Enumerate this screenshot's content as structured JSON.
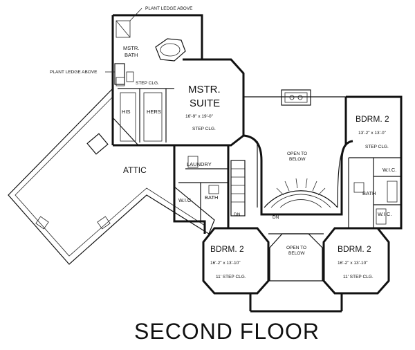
{
  "title": "SECOND FLOOR",
  "notes": {
    "plant_ledge_top": "PLANT LEDGE ABOVE",
    "plant_ledge_left": "PLANT LEDGE ABOVE"
  },
  "rooms": {
    "master_bath": {
      "line1": "MSTR.",
      "line2": "BATH",
      "ceiling": "STEP CLG."
    },
    "master_suite": {
      "line1": "MSTR.",
      "line2": "SUITE",
      "dims": "16'-9\" x 19'-0\"",
      "ceiling": "STEP CLG."
    },
    "his": "HIS",
    "hers": "HERS",
    "attic": "ATTIC",
    "laundry": "LAUNDRY",
    "wic_left": "W.I.C.",
    "bath_left": "BATH",
    "open_to_below_top": {
      "line1": "OPEN TO",
      "line2": "BELOW"
    },
    "open_to_below_bottom": {
      "line1": "OPEN TO",
      "line2": "BELOW"
    },
    "bedroom2_right": {
      "name": "BDRM. 2",
      "dims": "13'-2\" x 13'-0\"",
      "ceiling": "STEP CLG."
    },
    "wic_right": "W.I.C.",
    "bath_right": "BATH",
    "wic_right_lower": "W.I.C.",
    "bedroom2_bottom_left": {
      "name": "BDRM. 2",
      "dims": "16'-2\" x 13'-10\"",
      "ceiling": "11' STEP CLG."
    },
    "bedroom2_bottom_right": {
      "name": "BDRM. 2",
      "dims": "16'-2\" x 13'-10\"",
      "ceiling": "11' STEP CLG."
    }
  },
  "stair_labels": {
    "dn_left": "DN",
    "dn_center": "DN"
  }
}
